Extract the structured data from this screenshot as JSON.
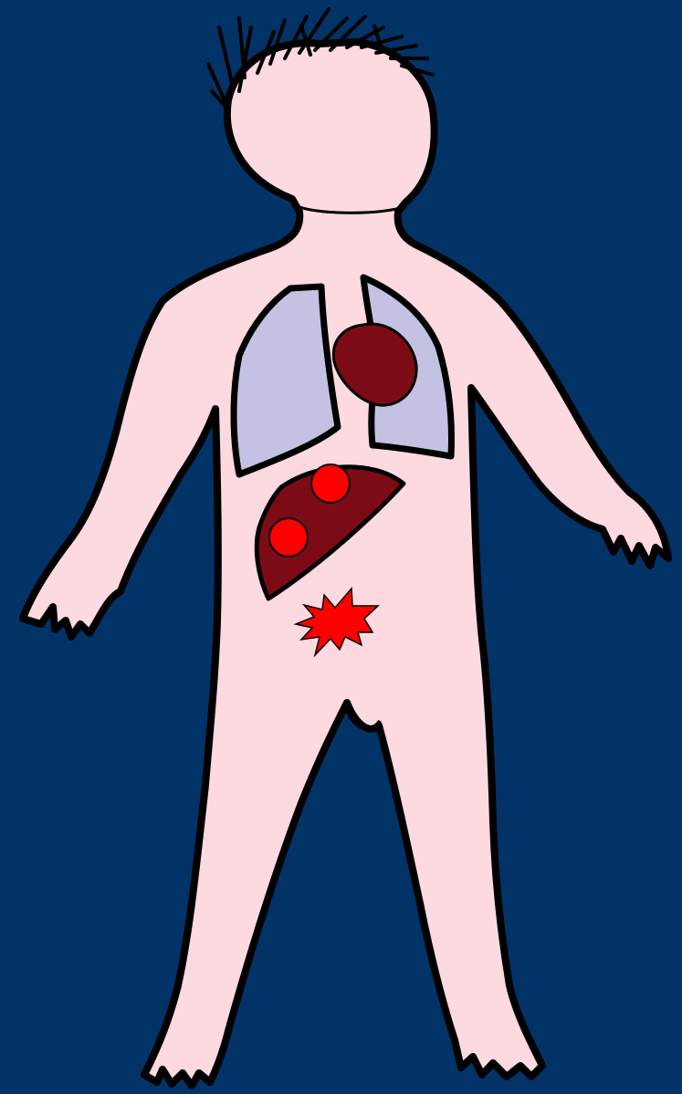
{
  "colors": {
    "background": "#023366",
    "skin": "#fdd9e0",
    "outline": "#000000",
    "lung": "#c4c2e3",
    "organ": "#7d0b15",
    "marker": "#ff0000"
  },
  "figure": {
    "organs": [
      "left-lung",
      "right-lung",
      "heart",
      "liver"
    ],
    "markers": [
      "liver-spot-upper",
      "liver-spot-lower",
      "abdominal-starburst"
    ]
  }
}
